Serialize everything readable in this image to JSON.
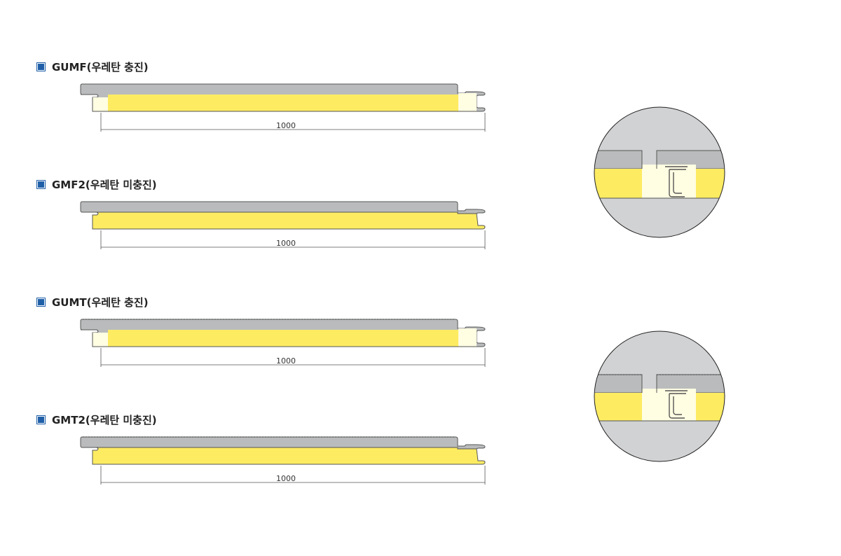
{
  "panels": [
    {
      "title": "GUMF(우레탄 충진)",
      "dimension": "1000",
      "face": "flat",
      "filled": true
    },
    {
      "title": "GMF2(우레탄 미충진)",
      "dimension": "1000",
      "face": "flat",
      "filled": false
    },
    {
      "title": "GUMT(우레탄 충진)",
      "dimension": "1000",
      "face": "ribbed",
      "filled": true
    },
    {
      "title": "GMT2(우레탄 미충진)",
      "dimension": "1000",
      "face": "ribbed",
      "filled": false
    }
  ],
  "details": [
    {
      "face": "flat",
      "joint": "tongue-and-groove"
    },
    {
      "face": "ribbed",
      "joint": "tongue-and-groove"
    }
  ],
  "colors": {
    "steel": "#b9bbbc",
    "foam": "#fdec62",
    "joint_filler": "#fffde2",
    "outline": "#555555",
    "circle_bg": "#d1d2d4",
    "bullet": "#1f5fa8"
  }
}
